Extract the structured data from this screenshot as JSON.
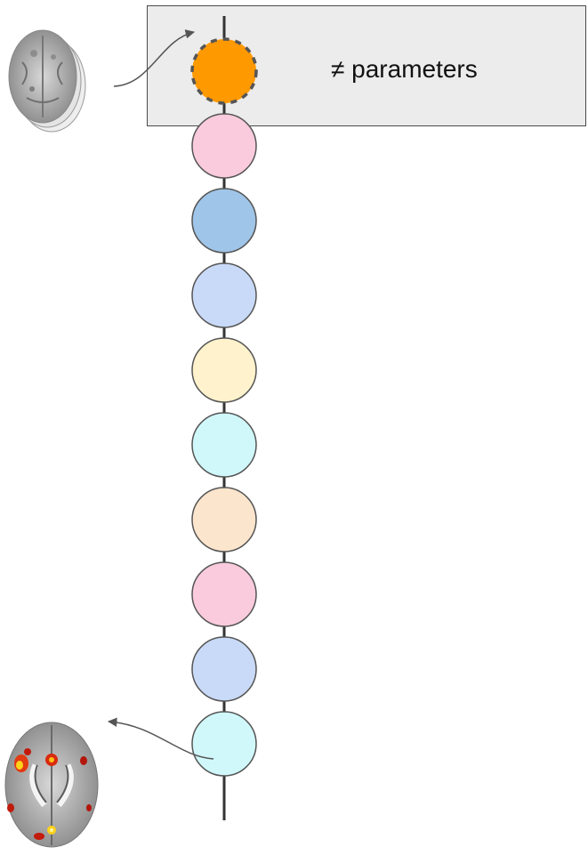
{
  "highlight": {
    "label": "≠ parameters"
  },
  "pipeline": {
    "steps": [
      {
        "fill": "#ff9900",
        "style": "dashed"
      },
      {
        "fill": "#f9cbdc",
        "style": "solid"
      },
      {
        "fill": "#9fc5e8",
        "style": "solid"
      },
      {
        "fill": "#c9daf8",
        "style": "solid"
      },
      {
        "fill": "#fff2cc",
        "style": "solid"
      },
      {
        "fill": "#d0f8fb",
        "style": "solid"
      },
      {
        "fill": "#fce5cd",
        "style": "solid"
      },
      {
        "fill": "#f9cbdc",
        "style": "solid"
      },
      {
        "fill": "#c9daf8",
        "style": "solid"
      },
      {
        "fill": "#d0f8fb",
        "style": "solid"
      }
    ]
  },
  "images": {
    "input": "raw-fmri-volumes",
    "output": "activation-map"
  }
}
